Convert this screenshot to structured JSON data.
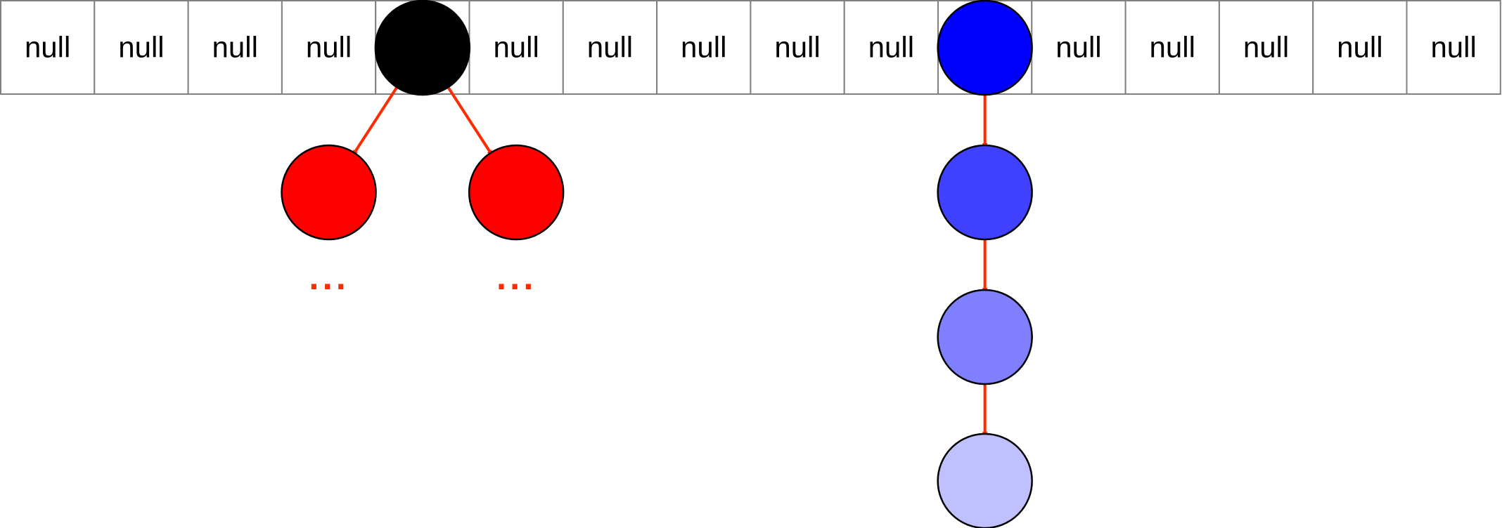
{
  "hash_table": {
    "cells": [
      {
        "label": "null"
      },
      {
        "label": "null"
      },
      {
        "label": "null"
      },
      {
        "label": "null"
      },
      {
        "label": "",
        "node_color": "#000000"
      },
      {
        "label": "null"
      },
      {
        "label": "null"
      },
      {
        "label": "null"
      },
      {
        "label": "null"
      },
      {
        "label": "null"
      },
      {
        "label": "",
        "node_color": "#0000ff"
      },
      {
        "label": "null"
      },
      {
        "label": "null"
      },
      {
        "label": "null"
      },
      {
        "label": "null"
      },
      {
        "label": "null"
      }
    ]
  },
  "colors": {
    "edge": "#ff2a00",
    "cell_border": "#808080",
    "tree_node": "#ff0000",
    "ellipsis": "#ff2a00"
  },
  "tree": {
    "parent_cell": 4,
    "children": [
      {
        "cell": 3,
        "color": "#ff0000",
        "ellipsis": "..."
      },
      {
        "cell": 5,
        "color": "#ff0000",
        "ellipsis": "..."
      }
    ]
  },
  "chain": {
    "parent_cell": 10,
    "nodes": [
      {
        "color": "#4040ff"
      },
      {
        "color": "#8080ff"
      },
      {
        "color": "#c0c0ff"
      }
    ]
  }
}
